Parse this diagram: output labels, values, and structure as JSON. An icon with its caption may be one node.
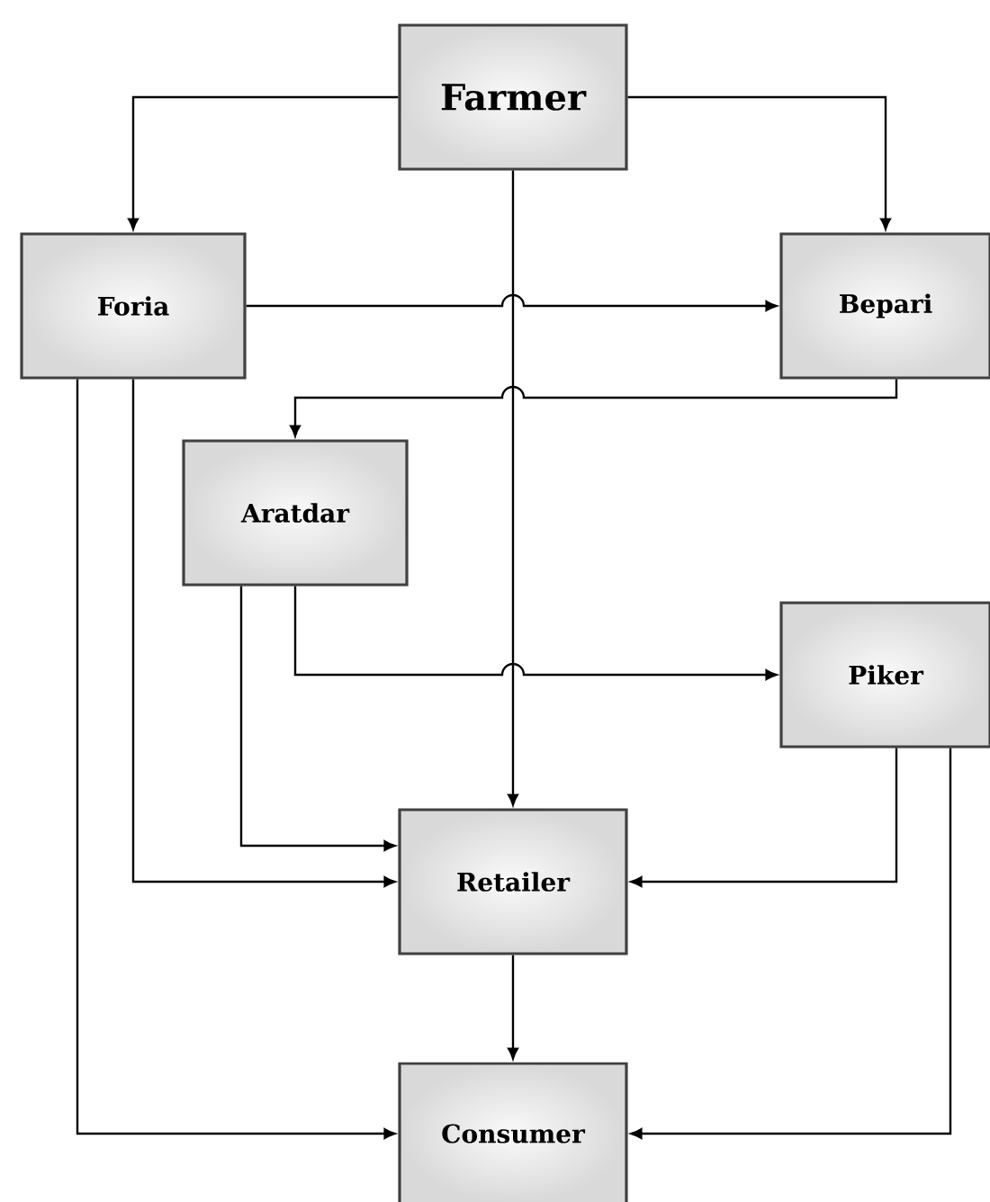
{
  "diagram": {
    "nodes": [
      {
        "text": [
          "Farmer"
        ]
      },
      {
        "text": [
          "Foria"
        ]
      },
      {
        "text": [
          "Bepari"
        ]
      },
      {
        "text": [
          "Aratdar"
        ]
      },
      {
        "text": [
          "Piker"
        ]
      },
      {
        "text": [
          "Retailer"
        ]
      },
      {
        "text": [
          "Consumer"
        ]
      }
    ],
    "edges": [
      {
        "from": 0,
        "to": 1,
        "arrow": "to"
      },
      {
        "from": 0,
        "to": 2,
        "arrow": "to"
      },
      {
        "from": 0,
        "to": 5,
        "arrow": "to"
      },
      {
        "from": 1,
        "to": 2,
        "arrow": "to"
      },
      {
        "from": 2,
        "to": 3,
        "arrow": "to"
      },
      {
        "from": 1,
        "to": 5,
        "arrow": "to"
      },
      {
        "from": 1,
        "to": 6,
        "arrow": "to"
      },
      {
        "from": 3,
        "to": 5,
        "arrow": "to"
      },
      {
        "from": 3,
        "to": 4,
        "arrow": "to"
      },
      {
        "from": 4,
        "to": 5,
        "arrow": "to"
      },
      {
        "from": 4,
        "to": 6,
        "arrow": "to"
      },
      {
        "from": 5,
        "to": 6,
        "arrow": "to"
      }
    ]
  }
}
